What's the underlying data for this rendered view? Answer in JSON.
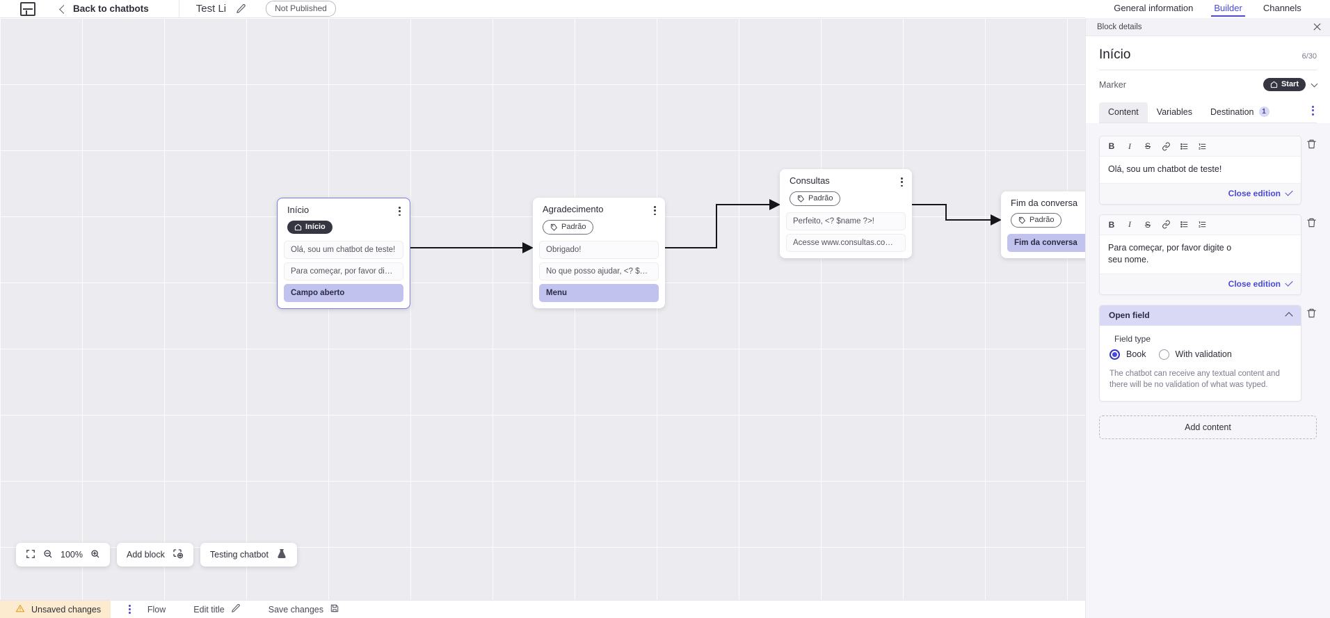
{
  "header": {
    "logo": "vtex-logo",
    "back_label": "Back to chatbots",
    "bot_title": "Test Li",
    "edit_icon": "pencil-icon",
    "publish_status": "Not Published"
  },
  "top_nav": [
    {
      "label": "General information",
      "active": false
    },
    {
      "label": "Builder",
      "active": true
    },
    {
      "label": "Channels",
      "active": false
    }
  ],
  "canvas": {
    "nodes": [
      {
        "title": "Início",
        "tag": "Início",
        "tag_type": "start",
        "tag_icon": "home-icon",
        "selected": true,
        "rows": [
          {
            "text": "Olá, sou um chatbot de teste!",
            "highlight": false
          },
          {
            "text": "Para começar, por favor digite o ...",
            "highlight": false
          },
          {
            "text": "Campo aberto",
            "highlight": true
          }
        ]
      },
      {
        "title": "Agradecimento",
        "tag": "Padrão",
        "tag_type": "default",
        "tag_icon": "tag-icon",
        "selected": false,
        "rows": [
          {
            "text": "Obrigado!",
            "highlight": false
          },
          {
            "text": "No que posso ajudar, <? $name ...",
            "highlight": false
          },
          {
            "text": "Menu",
            "highlight": true
          }
        ]
      },
      {
        "title": "Consultas",
        "tag": "Padrão",
        "tag_type": "default",
        "tag_icon": "tag-icon",
        "selected": false,
        "rows": [
          {
            "text": "Perfeito, <? $name ?>!",
            "highlight": false
          },
          {
            "text": "Acesse www.consultas.com par...",
            "highlight": false
          }
        ]
      },
      {
        "title": "Fim da conversa",
        "tag": "Padrão",
        "tag_type": "default",
        "tag_icon": "tag-icon",
        "selected": false,
        "rows": [
          {
            "text": "Fim da conversa",
            "highlight": true
          }
        ]
      }
    ]
  },
  "float_toolbar": {
    "fullscreen_icon": "fullscreen-icon",
    "zoom_out_icon": "zoom-out-icon",
    "zoom_level": "100%",
    "zoom_in_icon": "zoom-in-icon",
    "add_block_label": "Add block",
    "add_block_icon": "add-block-icon",
    "testing_label": "Testing chatbot",
    "testing_icon": "flask-icon"
  },
  "status_bar": {
    "warning_icon": "warning-icon",
    "unsaved_label": "Unsaved changes",
    "kebab_icon": "kebab-icon",
    "flow_label": "Flow",
    "edit_title_label": "Edit title",
    "edit_title_icon": "pencil-icon",
    "save_label": "Save changes",
    "save_icon": "save-icon"
  },
  "panel": {
    "bar_title": "Block details",
    "close_icon": "close-icon",
    "title": "Início",
    "char_count": "6/30",
    "marker_label": "Marker",
    "marker_value": "Start",
    "marker_icon": "home-icon",
    "marker_chevron": "chevron-down-icon",
    "tabs": [
      {
        "label": "Content",
        "active": true,
        "badge": null
      },
      {
        "label": "Variables",
        "active": false,
        "badge": null
      },
      {
        "label": "Destination",
        "active": false,
        "badge": "1"
      }
    ],
    "tabs_kebab": "kebab-icon",
    "editor_toolbar": [
      {
        "name": "bold-icon",
        "glyph": "B"
      },
      {
        "name": "italic-icon",
        "glyph": "I"
      },
      {
        "name": "strikethrough-icon",
        "glyph": "S"
      },
      {
        "name": "link-icon",
        "glyph": "🔗"
      },
      {
        "name": "bullet-list-icon",
        "glyph": "☰"
      },
      {
        "name": "numbered-list-icon",
        "glyph": "☷"
      }
    ],
    "editors": [
      {
        "text": "Olá, sou um chatbot de teste!",
        "close_label": "Close edition"
      },
      {
        "text": "Para começar, por favor digite o seu nome.",
        "close_label": "Close edition"
      }
    ],
    "open_field": {
      "title": "Open field",
      "collapse_icon": "chevron-up-icon",
      "field_type_label": "Field type",
      "options": [
        {
          "label": "Book",
          "selected": true
        },
        {
          "label": "With validation",
          "selected": false
        }
      ],
      "description": "The chatbot can receive any textual content and there will be no validation of what was typed."
    },
    "add_content_label": "Add content"
  },
  "colors": {
    "accent": "#4a49d6",
    "highlight": "#c2c2ee",
    "panel_bg": "#f6f6fa",
    "canvas_bg": "#ececf0",
    "warning_bg": "#fdebd0"
  }
}
